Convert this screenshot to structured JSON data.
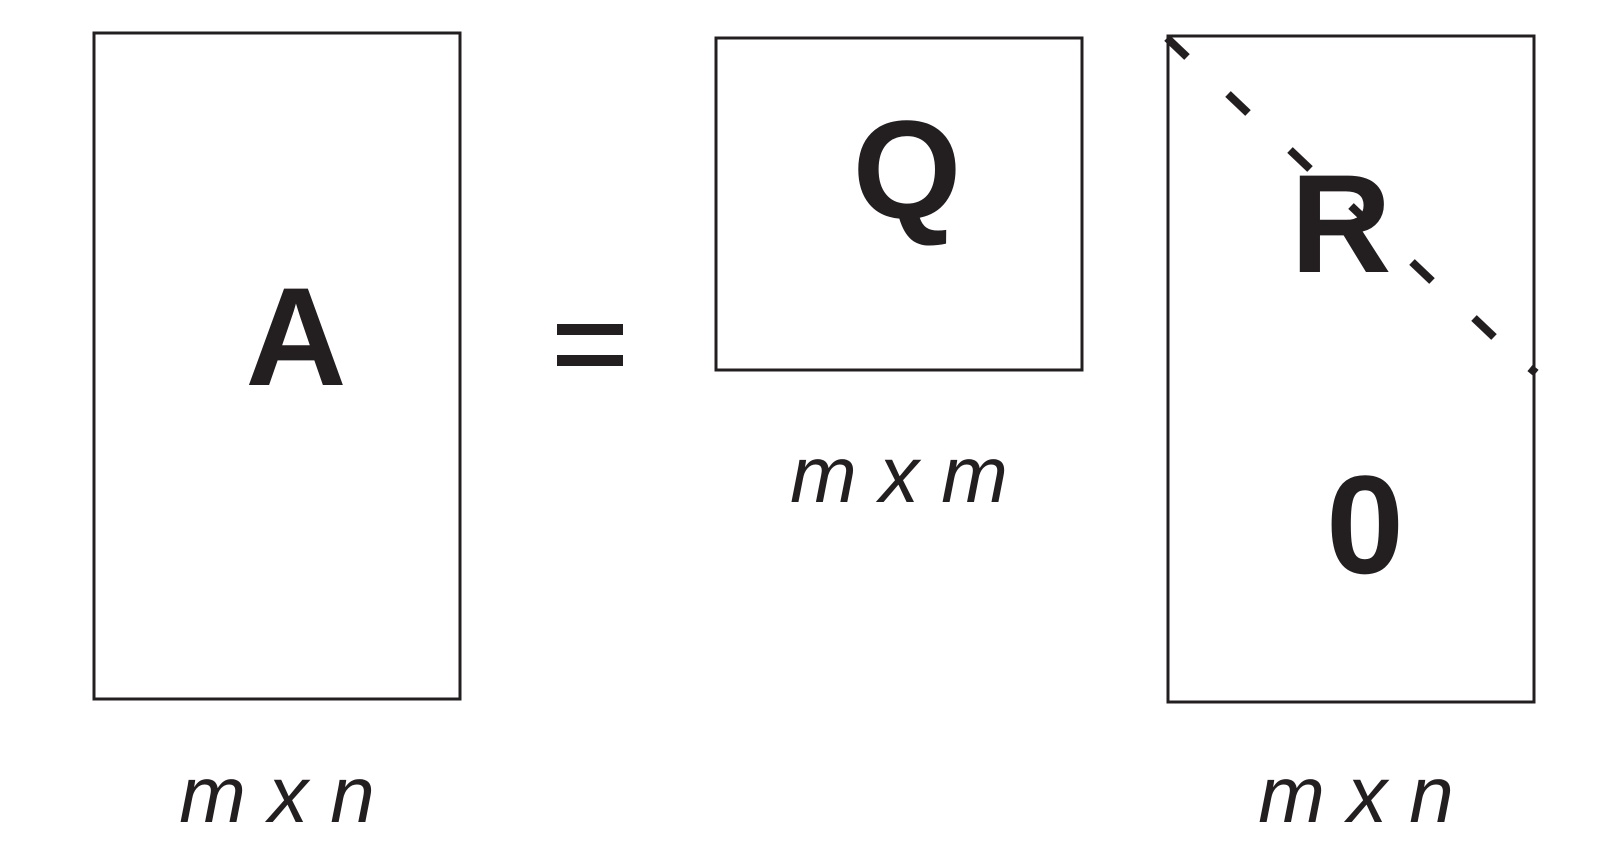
{
  "matrices": {
    "a": {
      "symbol": "A",
      "dims": "m x n"
    },
    "q": {
      "symbol": "Q",
      "dims": "m x m"
    },
    "r": {
      "symbol": "R",
      "zero_symbol": "0",
      "dims": "m x n"
    }
  },
  "operator": {
    "symbol": "="
  },
  "colors": {
    "ink": "#231f20",
    "background": "#ffffff"
  }
}
